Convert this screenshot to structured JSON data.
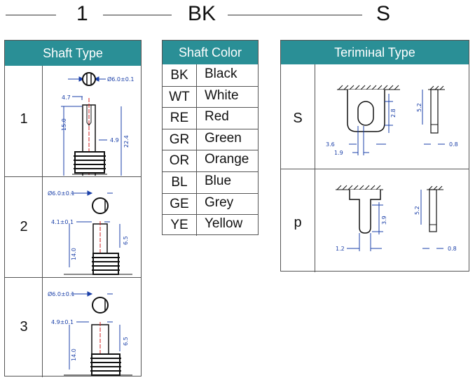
{
  "header": {
    "code1": "1",
    "code2": "BK",
    "code3": "S"
  },
  "shaft_type": {
    "title": "Shaft Type",
    "rows": [
      {
        "num": "1",
        "diameter": "Ø6.0±0.1",
        "dims": [
          "4.7",
          "15.0",
          "4.9",
          "22.4"
        ]
      },
      {
        "num": "2",
        "diameter": "Ø6.0±0.1",
        "dims": [
          "4.1±0.1",
          "6.5",
          "14.0"
        ]
      },
      {
        "num": "3",
        "diameter": "Ø6.0±0.1",
        "dims": [
          "4.9±0.1",
          "6.5",
          "14.0"
        ]
      }
    ]
  },
  "shaft_color": {
    "title": "Shaft  Color",
    "rows": [
      {
        "code": "BK",
        "name": "Black"
      },
      {
        "code": "WT",
        "name": "White"
      },
      {
        "code": "RE",
        "name": "Red"
      },
      {
        "code": "GR",
        "name": "Green"
      },
      {
        "code": "OR",
        "name": "Orange"
      },
      {
        "code": "BL",
        "name": "Blue"
      },
      {
        "code": "GE",
        "name": "Grey"
      },
      {
        "code": "YE",
        "name": "Yellow"
      }
    ]
  },
  "terminal_type": {
    "title": "Terimінal Type",
    "rows": [
      {
        "code": "S",
        "dims": [
          "2.8",
          "3.6",
          "1.9",
          "5.2",
          "0.8"
        ]
      },
      {
        "code": "p",
        "dims": [
          "3.9",
          "1.2",
          "5.2",
          "0.8"
        ]
      }
    ]
  },
  "colors": {
    "header_bg": "#2a8f96",
    "dim_line": "#1a3fa8",
    "center_line": "#d02020"
  }
}
